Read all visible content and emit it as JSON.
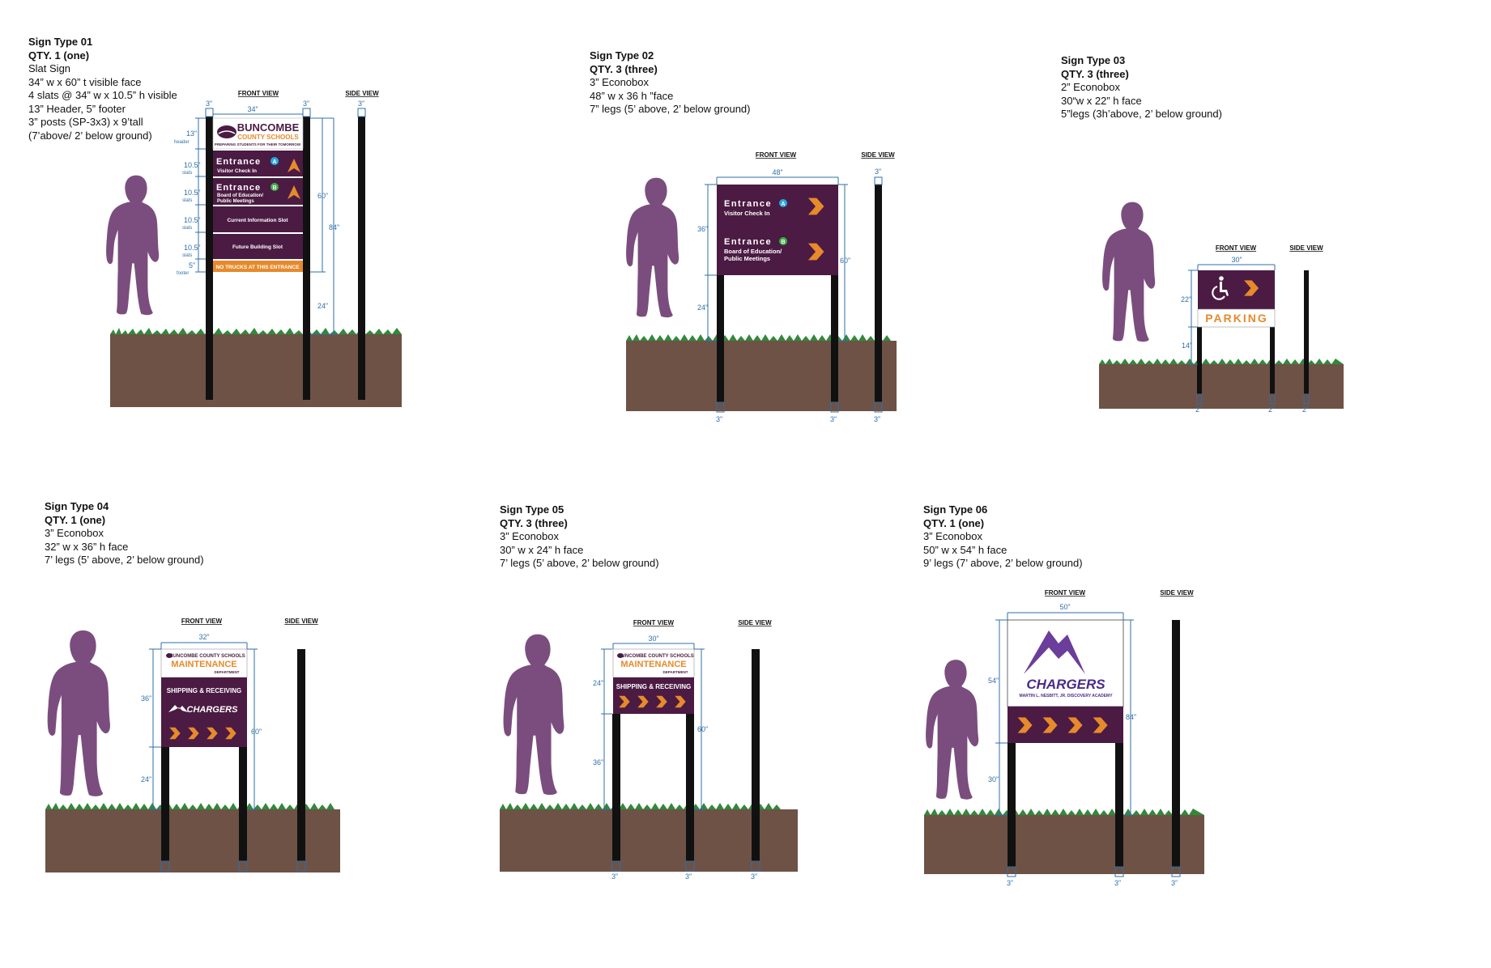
{
  "labels": {
    "front_view": "FRONT VIEW",
    "side_view": "SIDE VIEW",
    "econobox_title": "Econobox"
  },
  "colors": {
    "purple": "#4b1b43",
    "silhouette": "#7b4d7e",
    "orange": "#e68a2b",
    "dim_blue": "#2f6fa8",
    "grass": "#2f8a3a",
    "soil": "#6e5246",
    "post": "#111111"
  },
  "icons": [
    "person-silhouette-icon",
    "chevron-right-arrow-icon",
    "wheelchair-accessibility-icon",
    "mountain-logo-icon",
    "circle-letter-badge-icon"
  ],
  "signs": [
    {
      "id": "01",
      "spec": [
        "Sign Type 01",
        "QTY. 1 (one)",
        "Slat Sign",
        "34” w x 60” t visible face",
        "4 slats @ 34” w  x 10.5” h visible",
        "13” Header, 5” footer",
        "3” posts (SP-3x3) x 9’tall",
        "(7’above/ 2’ below ground)"
      ],
      "dims": {
        "post_w": "3”",
        "face_w": "34”",
        "side_post": "3”",
        "header": "13”",
        "header_lbl": "header",
        "slat": "10.5”",
        "slat_lbl": "slats",
        "footer": "5”",
        "footer_lbl": "footer",
        "face_h": "60”",
        "overall_h": "84”",
        "clearance": "24”"
      },
      "face": {
        "org_line1": "BUNCOMBE",
        "org_line2": "COUNTY SCHOOLS",
        "tagline": "PREPARING STUDENTS FOR THEIR TOMORROW",
        "slat1_title": "Entrance",
        "slat1_badge": "A",
        "slat1_sub": "Visitor Check In",
        "slat2_title": "Entrance",
        "slat2_badge": "B",
        "slat2_sub1": "Board of Education/",
        "slat2_sub2": "Public Meetings",
        "slat3": "Current Information Slot",
        "slat4": "Future Building Slot",
        "footer": "NO TRUCKS AT THIS ENTRANCE"
      }
    },
    {
      "id": "02",
      "spec": [
        "Sign Type 02",
        "QTY. 3 (three)",
        "3” Econobox",
        "48” w x 36 h ”face",
        "7” legs (5’ above, 2’ below ground)"
      ],
      "dims": {
        "face_w": "48”",
        "side_post": "3”",
        "face_h": "36”",
        "overall_h": "60”",
        "clearance": "24”",
        "leg_l": "3”",
        "leg_r": "3”",
        "leg_side": "3”"
      },
      "face": {
        "line1_title": "Entrance",
        "line1_badge": "A",
        "line1_sub": "Visitor Check In",
        "line2_title": "Entrance",
        "line2_badge": "B",
        "line2_sub1": "Board of Education/",
        "line2_sub2": "Public Meetings"
      }
    },
    {
      "id": "03",
      "spec": [
        "Sign Type 03",
        "QTY. 3 (three)",
        "2” Econobox",
        "30“w x 22” h face",
        "5”legs (3h’above, 2’ below ground)"
      ],
      "dims": {
        "face_w": "30”",
        "face_h": "22”",
        "clearance": "14”",
        "leg_l": "2”",
        "leg_r": "2”",
        "leg_side": "2”"
      },
      "face": {
        "parking": "PARKING"
      }
    },
    {
      "id": "04",
      "spec": [
        "Sign Type 04",
        "QTY. 1 (one)",
        "3” Econobox",
        "32” w x 36” h face",
        "7’ legs (5’ above, 2’ below ground)"
      ],
      "dims": {
        "face_w": "32”",
        "face_h": "36”",
        "overall_h": "60”",
        "clearance": "24”"
      },
      "face": {
        "org": "BUNCOMBE COUNTY SCHOOLS",
        "dept_main": "MAINTENANCE",
        "dept_sub": "DEPARTMENT",
        "band": "SHIPPING & RECEIVING",
        "logo": "CHARGERS"
      }
    },
    {
      "id": "05",
      "spec": [
        "Sign Type 05",
        "QTY. 3 (three)",
        "3” Econobox",
        "30” w x 24” h face",
        "7’ legs (5’ above, 2’ below ground)"
      ],
      "dims": {
        "face_w": "30”",
        "face_h": "24”",
        "overall_h": "60”",
        "clearance": "36”",
        "leg_l": "3”",
        "leg_r": "3”",
        "leg_side": "3”"
      },
      "face": {
        "org": "BUNCOMBE COUNTY SCHOOLS",
        "dept_main": "MAINTENANCE",
        "dept_sub": "DEPARTMENT",
        "band": "SHIPPING & RECEIVING"
      }
    },
    {
      "id": "06",
      "spec": [
        "Sign Type 06",
        "QTY. 1 (one)",
        "3” Econobox",
        "50” w x 54” h face",
        "9’ legs (7’ above, 2’ below ground)"
      ],
      "dims": {
        "face_w": "50”",
        "face_h": "54”",
        "overall_h": "84”",
        "clearance": "30”",
        "leg_l": "3”",
        "leg_r": "3”",
        "leg_side": "3”"
      },
      "face": {
        "logo": "CHARGERS",
        "school": "MARTIN L. NESBITT, JR. DISCOVERY ACADEMY"
      }
    }
  ]
}
